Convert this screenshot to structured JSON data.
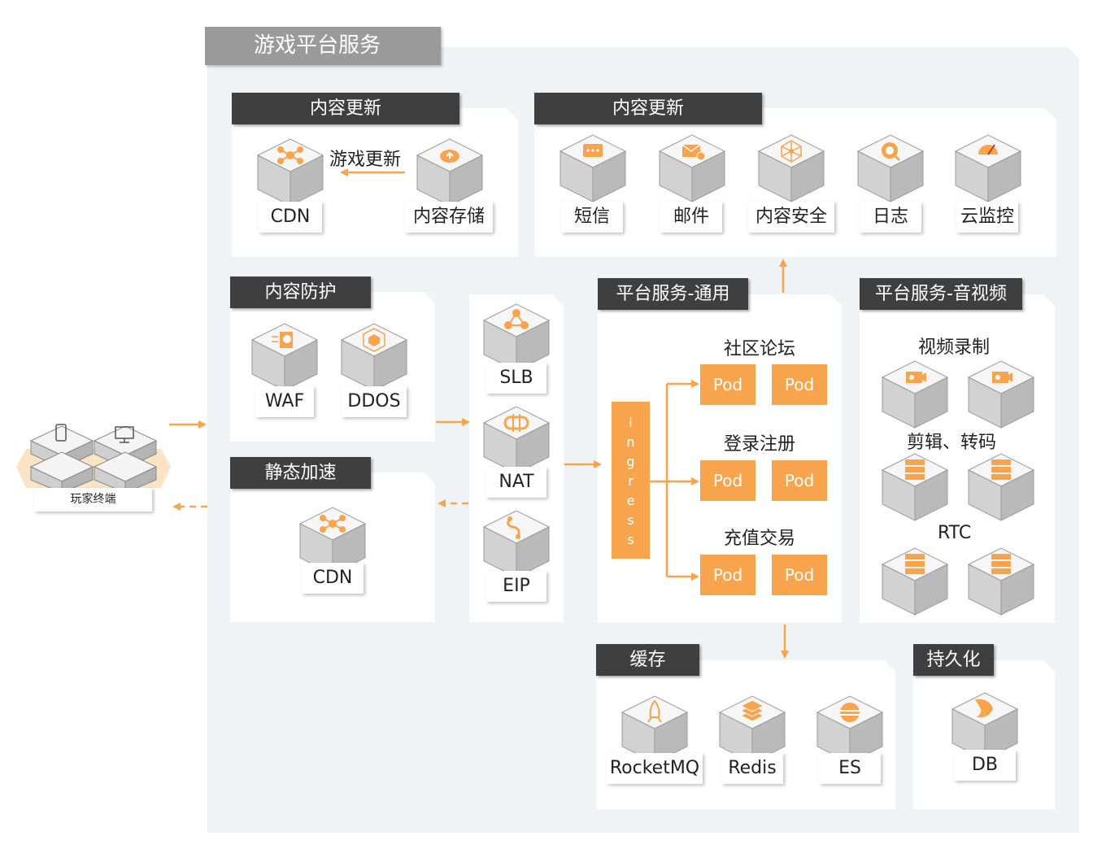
{
  "title": "游戏平台服务",
  "client": {
    "label": "玩家终端"
  },
  "panels": {
    "content_update_1": {
      "title": "内容更新",
      "arrow_label": "游戏更新",
      "cdn": "CDN",
      "storage": "内容存储"
    },
    "content_update_2": {
      "title": "内容更新",
      "items": [
        "短信",
        "邮件",
        "内容安全",
        "日志",
        "云监控"
      ]
    },
    "protect": {
      "title": "内容防护",
      "items": [
        "WAF",
        "DDOS"
      ]
    },
    "accel": {
      "title": "静态加速",
      "cdn": "CDN"
    },
    "network": {
      "items": [
        "SLB",
        "NAT",
        "EIP"
      ]
    },
    "common": {
      "title": "平台服务-通用",
      "ingress": "ingress",
      "groups": [
        "社区论坛",
        "登录注册",
        "充值交易"
      ],
      "pod": "Pod"
    },
    "av": {
      "title": "平台服务-音视频",
      "groups": [
        "视频录制",
        "剪辑、转码",
        "RTC"
      ]
    },
    "cache": {
      "title": "缓存",
      "items": [
        "RocketMQ",
        "Redis",
        "ES"
      ]
    },
    "persist": {
      "title": "持久化",
      "items": [
        "DB"
      ]
    }
  },
  "colors": {
    "accent": "#f7a44c",
    "title_bar": "#3f3f3f",
    "outer_title": "#9a9a9a",
    "bg": "#f0f3f6"
  },
  "icons": [
    "cdn-icon",
    "storage-icon",
    "sms-icon",
    "mail-icon",
    "content-security-icon",
    "log-icon",
    "monitor-icon",
    "waf-icon",
    "ddos-icon",
    "slb-icon",
    "nat-icon",
    "eip-icon",
    "video-record-icon",
    "server-icon",
    "rocketmq-icon",
    "redis-icon",
    "es-icon",
    "db-icon",
    "phone-icon",
    "desktop-icon"
  ]
}
